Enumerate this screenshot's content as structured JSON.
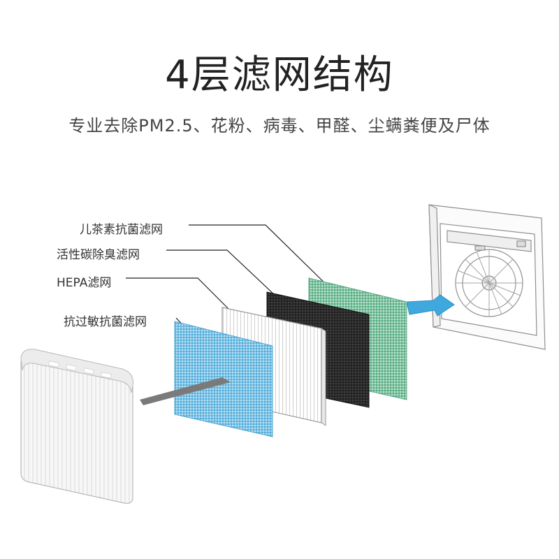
{
  "title": "4层滤网结构",
  "subtitle": "专业去除PM2.5、花粉、病毒、甲醛、尘螨粪便及尸体",
  "layers": [
    {
      "label": "儿茶素抗菌滤网",
      "color": "#7fc4a0"
    },
    {
      "label": "活性碳除臭滤网",
      "color": "#2b2b2b"
    },
    {
      "label": "HEPA滤网",
      "color": "#ffffff"
    },
    {
      "label": "抗过敏抗菌滤网",
      "color": "#7cc3e6"
    }
  ],
  "colors": {
    "arrow_blue": "#3fa8dc",
    "gray_slab": "#7a7a7a",
    "leader_line": "#222222",
    "device_outline": "#9a9a9a"
  }
}
